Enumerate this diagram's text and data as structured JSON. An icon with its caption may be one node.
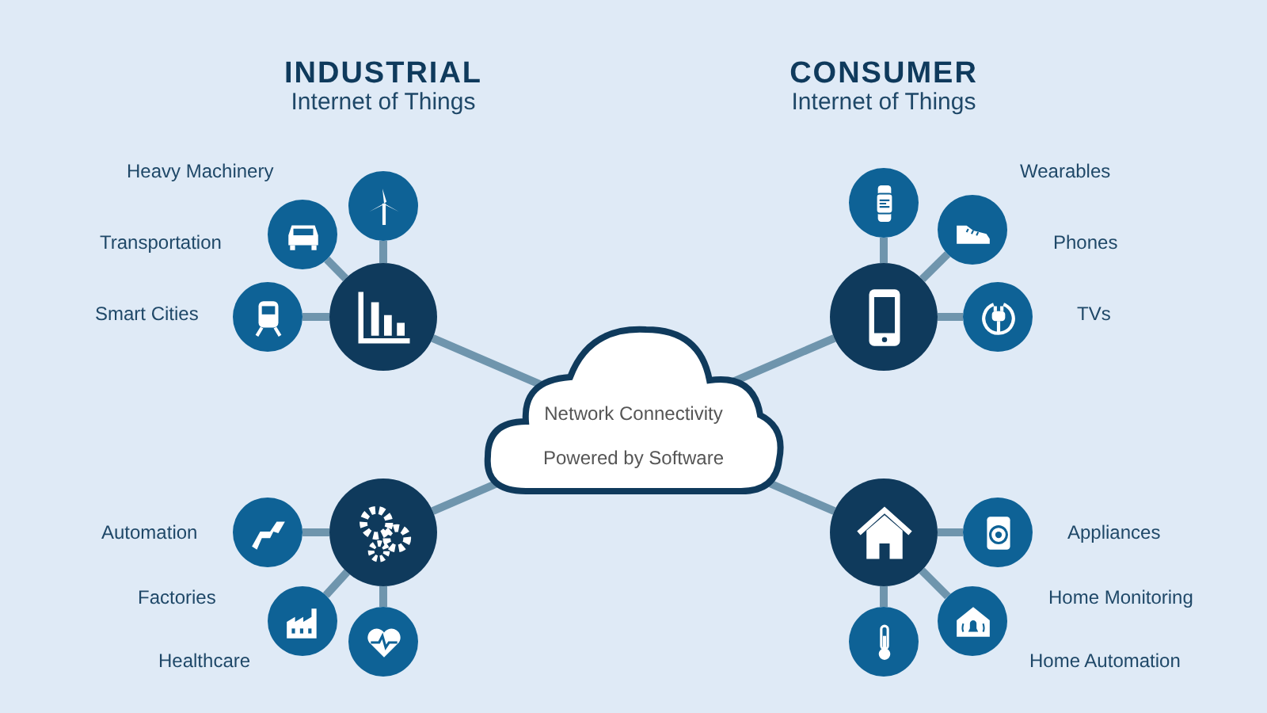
{
  "diagram": {
    "nodes": [
      {
        "text": [
          "Network Connectivity",
          "Powered by Software"
        ]
      },
      {
        "text": [],
        "shape": "circle"
      },
      {
        "text": [],
        "shape": "circle"
      },
      {
        "text": [],
        "shape": "circle"
      },
      {
        "text": [],
        "shape": "circle"
      },
      {
        "text": [],
        "shape": "circle"
      },
      {
        "text": [],
        "shape": "circle"
      },
      {
        "text": [],
        "shape": "circle"
      },
      {
        "text": [],
        "shape": "circle"
      },
      {
        "text": [],
        "shape": "circle"
      },
      {
        "text": [],
        "shape": "circle"
      },
      {
        "text": [],
        "shape": "circle"
      },
      {
        "text": [],
        "shape": "circle"
      },
      {
        "text": [],
        "shape": "circle"
      },
      {
        "text": [],
        "shape": "circle"
      },
      {
        "text": [],
        "shape": "circle"
      },
      {
        "text": [],
        "shape": "circle"
      }
    ],
    "edges": [
      {
        "from": 0,
        "to": 1,
        "arrow": "none"
      },
      {
        "from": 1,
        "to": 2,
        "arrow": "none"
      },
      {
        "from": 1,
        "to": 3,
        "arrow": "none"
      },
      {
        "from": 1,
        "to": 4,
        "arrow": "none"
      },
      {
        "from": 0,
        "to": 5,
        "arrow": "none"
      },
      {
        "from": 5,
        "to": 6,
        "arrow": "none"
      },
      {
        "from": 5,
        "to": 7,
        "arrow": "none"
      },
      {
        "from": 5,
        "to": 8,
        "arrow": "none"
      },
      {
        "from": 0,
        "to": 9,
        "arrow": "none"
      },
      {
        "from": 9,
        "to": 10,
        "arrow": "none"
      },
      {
        "from": 9,
        "to": 11,
        "arrow": "none"
      },
      {
        "from": 9,
        "to": 12,
        "arrow": "none"
      },
      {
        "from": 0,
        "to": 13,
        "arrow": "none"
      },
      {
        "from": 13,
        "to": 14,
        "arrow": "none"
      },
      {
        "from": 13,
        "to": 15,
        "arrow": "none"
      },
      {
        "from": 13,
        "to": 16,
        "arrow": "none"
      }
    ],
    "labels": [
      "INDUSTRIAL",
      "Internet of Things",
      "CONSUMER",
      "Internet of Things",
      "Heavy Machinery",
      "Wearables",
      "Transportation",
      "Phones",
      "Smart Cities",
      "TVs",
      "Automation",
      "Appliances",
      "Factories",
      "Home Monitoring",
      "Healthcare",
      "Home Automation"
    ]
  }
}
